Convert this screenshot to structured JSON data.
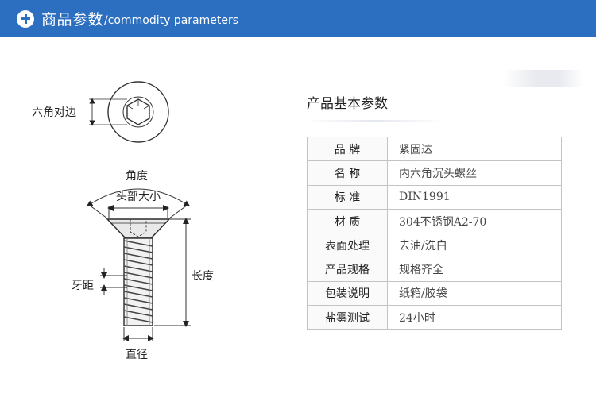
{
  "header": {
    "title_cn": "商品参数",
    "title_en": "/commodity parameters",
    "icon": "plus-circle-icon"
  },
  "diagram": {
    "labels": {
      "hex_width": "六角对边",
      "angle": "角度",
      "head_dia": "头部大小",
      "pitch": "牙距",
      "length": "长度",
      "diameter": "直径"
    }
  },
  "spec": {
    "title": "产品基本参数",
    "rows": [
      {
        "key": "品  牌",
        "value": "紧固达"
      },
      {
        "key": "名  称",
        "value": "内六角沉头螺丝"
      },
      {
        "key": "标  准",
        "value": "DIN1991"
      },
      {
        "key": "材  质",
        "value": "304不锈钢A2-70"
      },
      {
        "key": "表面处理",
        "value": "去油/洗白"
      },
      {
        "key": "产品规格",
        "value": "规格齐全"
      },
      {
        "key": "包装说明",
        "value": "纸箱/胶袋"
      },
      {
        "key": "盐雾测试",
        "value": "24小时"
      }
    ]
  },
  "colors": {
    "header_bg": "#2c6fc0",
    "header_text": "#ffffff",
    "table_border": "#c3c3c3"
  }
}
